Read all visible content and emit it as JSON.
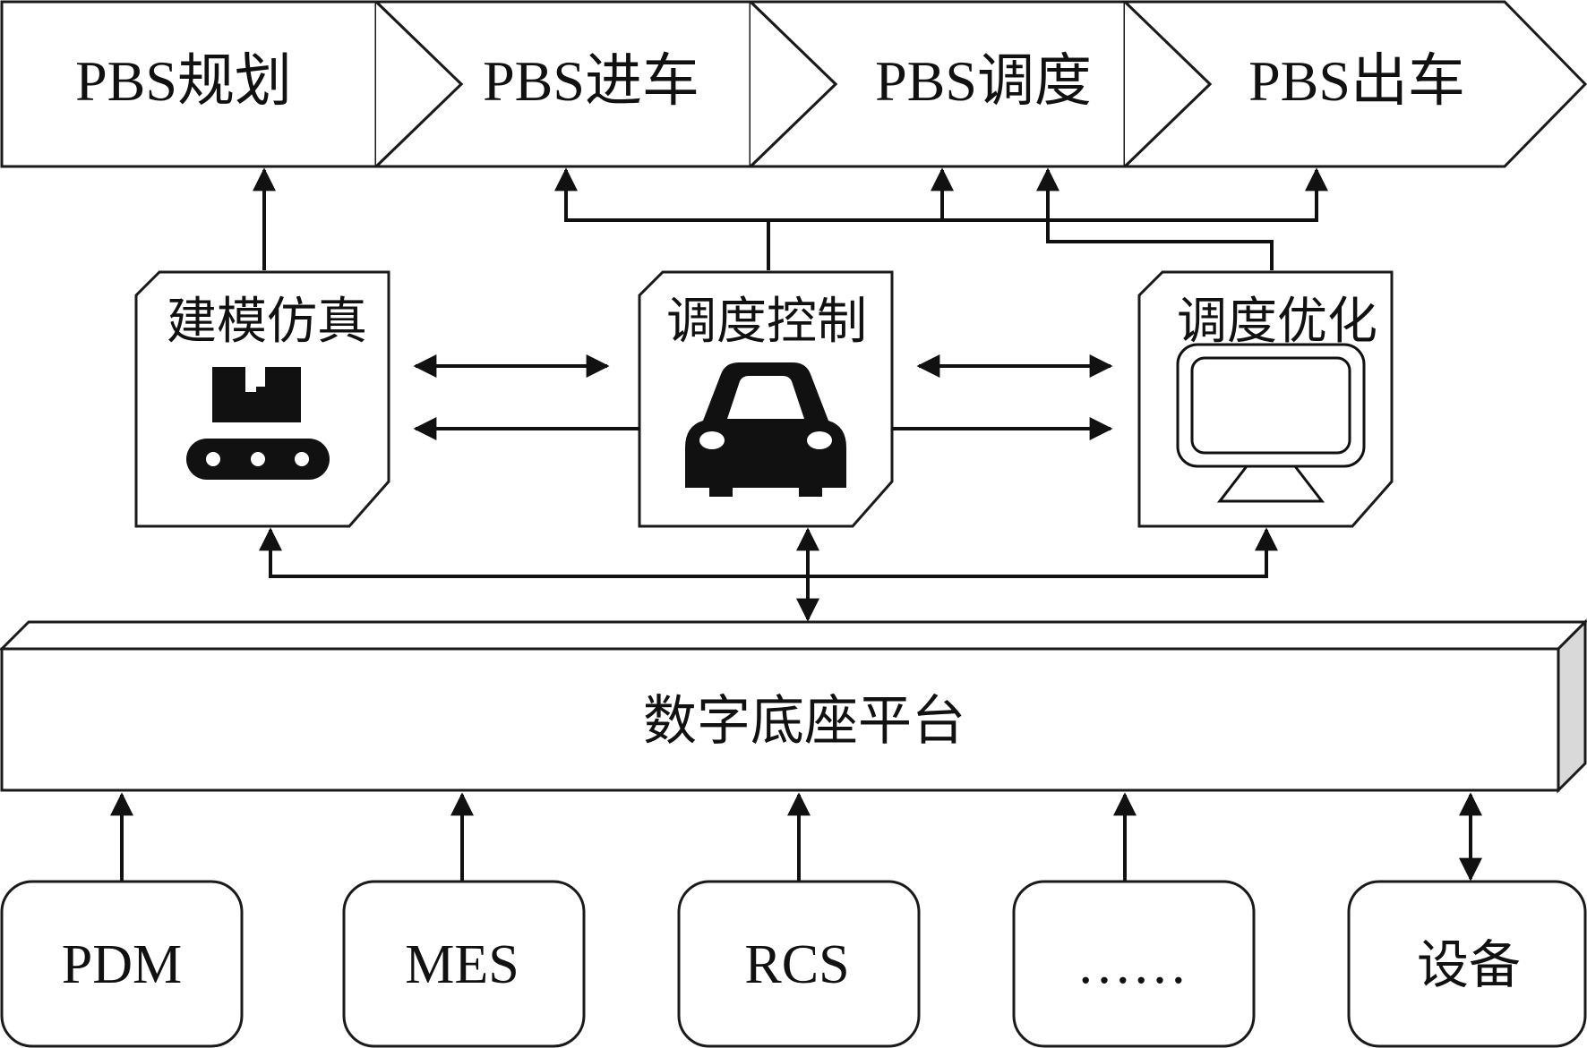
{
  "process_stages": [
    {
      "label": "PBS规划"
    },
    {
      "label": "PBS进车"
    },
    {
      "label": "PBS调度"
    },
    {
      "label": "PBS出车"
    }
  ],
  "modules": {
    "modeling": {
      "label": "建模仿真",
      "icon": "conveyor-icon"
    },
    "control": {
      "label": "调度控制",
      "icon": "car-icon"
    },
    "optimization": {
      "label": "调度优化",
      "icon": "monitor-icon"
    }
  },
  "platform": {
    "label": "数字底座平台"
  },
  "sources": [
    {
      "label": "PDM"
    },
    {
      "label": "MES"
    },
    {
      "label": "RCS"
    },
    {
      "label": "……"
    },
    {
      "label": "设备"
    }
  ],
  "colors": {
    "stroke": "#111111",
    "background": "#ffffff",
    "platform_side": "#d9d9d9"
  }
}
